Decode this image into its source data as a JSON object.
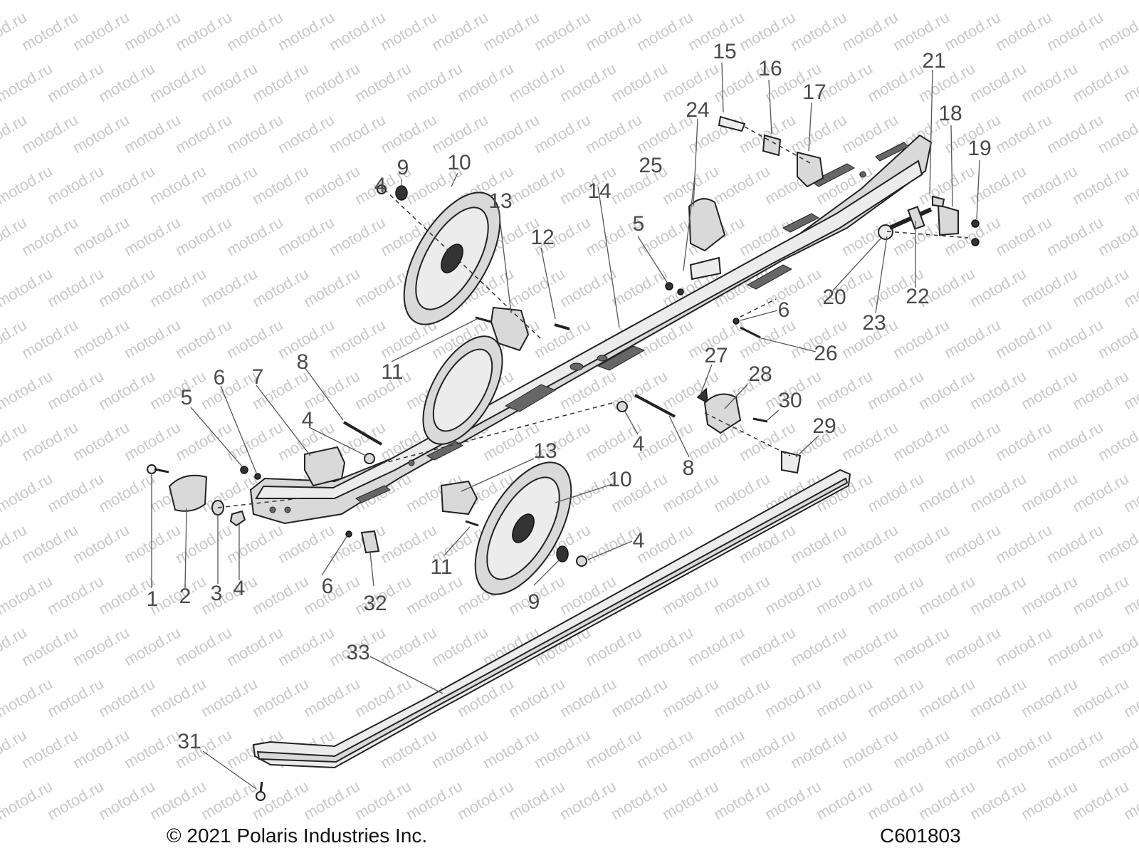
{
  "watermark": "motod.ru",
  "copyright": "© 2021 Polaris Industries Inc.",
  "diagram_id": "C601803",
  "callouts": [
    "1",
    "2",
    "3",
    "4",
    "4",
    "4",
    "4",
    "4",
    "5",
    "5",
    "6",
    "6",
    "6",
    "7",
    "8",
    "8",
    "9",
    "9",
    "10",
    "10",
    "11",
    "11",
    "12",
    "13",
    "13",
    "14",
    "15",
    "16",
    "17",
    "18",
    "19",
    "20",
    "21",
    "22",
    "23",
    "24",
    "25",
    "26",
    "27",
    "28",
    "29",
    "30",
    "31",
    "32",
    "33"
  ],
  "colors": {
    "part_fill": "#d9d9d9",
    "outline": "#222222",
    "text": "#4a4a4a"
  }
}
